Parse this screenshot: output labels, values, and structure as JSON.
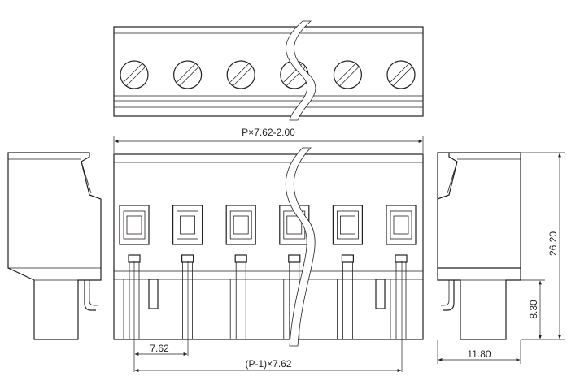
{
  "dimensions": {
    "overall_width": "P×7.62-2.00",
    "pitch": "7.62",
    "pin_span": "(P-1)×7.62",
    "height": "26.20",
    "lower_height": "8.30",
    "depth": "11.80"
  },
  "views": {
    "top": "top-view",
    "front": "front-view",
    "left": "left-side-view",
    "right": "right-side-view"
  },
  "pole_count_shown": 6,
  "colors": {
    "line": "#231f20",
    "background": "#ffffff"
  }
}
